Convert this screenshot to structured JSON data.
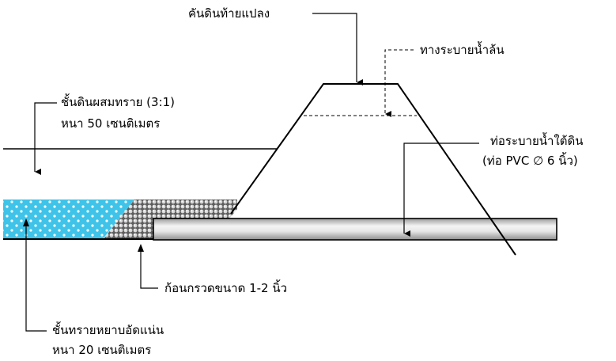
{
  "labels": {
    "embankment": "คันดินท้ายแปลง",
    "overflow_drain": "ทางระบายน้ำล้น",
    "soil_layer_line1": "ชั้นดินผสมทราย (3:1)",
    "soil_layer_line2": "หนา 50 เซนติเมตร",
    "subsurface_drain_line1": "ท่อระบายน้ำใต้ดิน",
    "subsurface_drain_line2": "(ท่อ PVC ∅ 6 นิ้ว)",
    "gravel": "ก้อนกรวดขนาด 1-2 นิ้ว",
    "sand_layer_line1": "ชั้นทรายหยาบอัดแน่น",
    "sand_layer_line2": "หนา 20 เซนติเมตร"
  },
  "colors": {
    "sand_fill": "#3fc3e8",
    "sand_dots": "#ffffff",
    "gravel_fill": "#8a8a8a",
    "pipe_dark": "#9a9a9a",
    "pipe_light": "#f4f4f4",
    "line": "#000000"
  }
}
